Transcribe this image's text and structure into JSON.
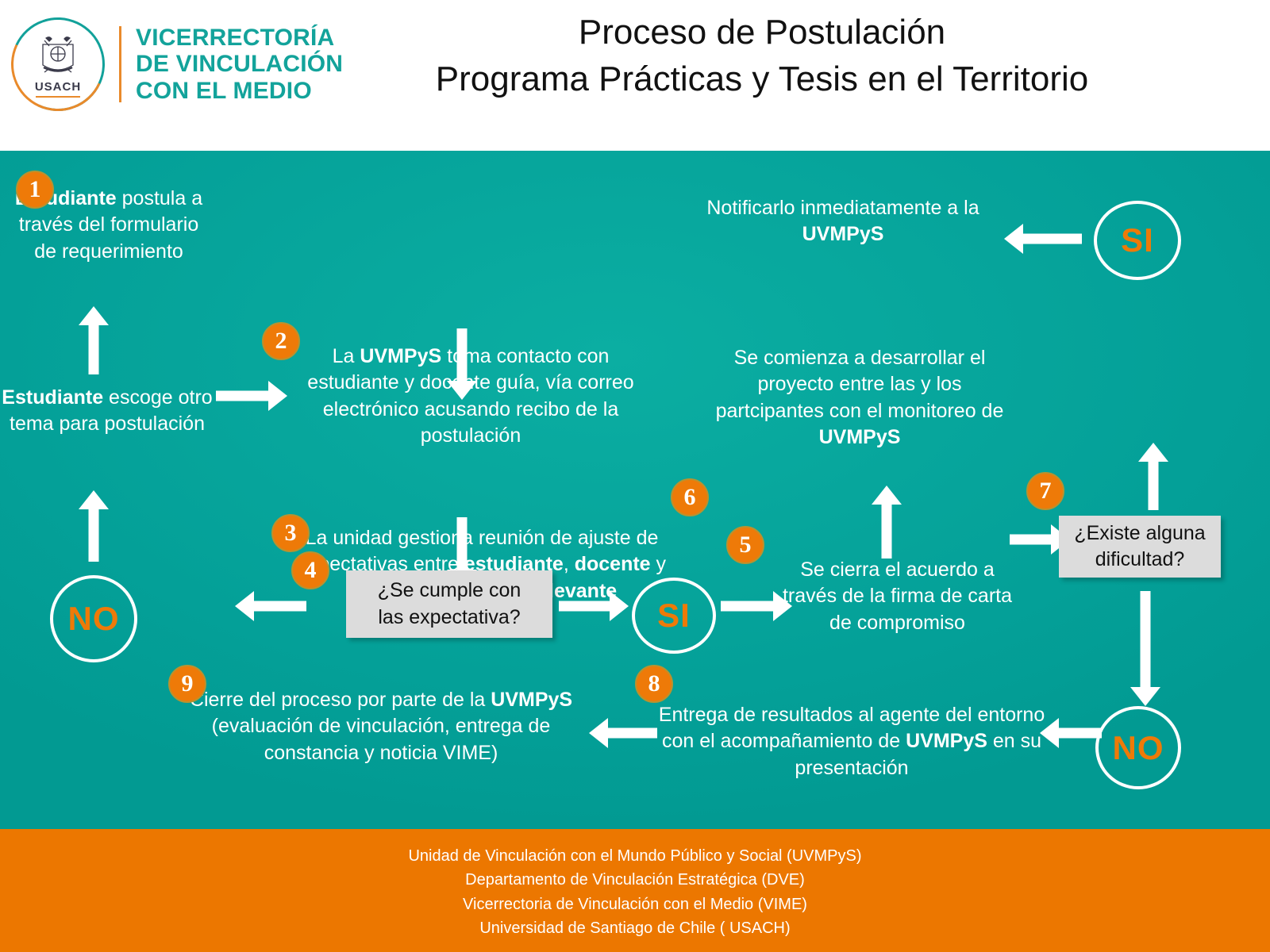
{
  "header": {
    "logo": {
      "seal_word": "USACH",
      "brand_lines": [
        "VICERRECTORÍA",
        "DE VINCULACIÓN",
        "CON EL MEDIO"
      ]
    },
    "title_line_1": "Proceso de Postulación",
    "title_line_2": "Programa Prácticas y Tesis en el Territorio"
  },
  "colors": {
    "teal": "#06A59A",
    "orange": "#EC7700",
    "badge_orange": "#EE7A08",
    "badge_ring": "#B9922F",
    "decision_gray": "#DCDCDC",
    "white": "#FFFFFF",
    "brand_teal": "#13A39B"
  },
  "flow": {
    "step1": {
      "number": "1",
      "html": "<b>Estudiante</b> postula a través del formulario de requerimiento"
    },
    "step2": {
      "number": "2",
      "html": "La <b>UVMPyS</b> toma contacto con estudiante y docente guía, vía correo electrónico acusando recibo de la postulación"
    },
    "step3": {
      "number": "3",
      "html": "La unidad gestiona reunión de ajuste de expectativas entre <b>estudiante</b>, <b>docente</b> y <b>agente del entorno relevante</b>"
    },
    "step4": {
      "number": "4",
      "decision_line_1": "¿Se cumple con",
      "decision_line_2": "las expectativa?"
    },
    "step5": {
      "number": "5",
      "html": "Se cierra el acuerdo a través de la firma de carta de compromiso"
    },
    "step6": {
      "number": "6",
      "html": "Se comienza a desarrollar el proyecto entre las y  los partcipantes con el monitoreo de <b>UVMPyS</b>"
    },
    "step7": {
      "number": "7",
      "decision_line_1": "¿Existe alguna",
      "decision_line_2": "dificultad?"
    },
    "step8": {
      "number": "8",
      "html": "Entrega de resultados al agente del entorno con el acompañamiento de <b>UVMPyS</b> en su presentación"
    },
    "step9": {
      "number": "9",
      "html": "Cierre del proceso por parte de la <b>UVMPyS</b> (evaluación de vinculación, entrega de constancia y noticia VIME)"
    },
    "reject_path": {
      "html": "<b>Estudiante</b> escoge otro tema para postulación"
    },
    "notify_path": {
      "html": "Notificarlo inmediatamente a la <b>UVMPyS</b>"
    },
    "gate_no_left": "NO",
    "gate_si_mid": "SI",
    "gate_si_right": "SI",
    "gate_no_right": "NO"
  },
  "footer": {
    "lines": [
      "Unidad de Vinculación con el Mundo Público y Social (UVMPyS)",
      "Departamento de Vinculación Estratégica (DVE)",
      "Vicerrectoria de Vinculación con el Medio (VIME)",
      "Universidad de Santiago de Chile ( USACH)"
    ]
  }
}
